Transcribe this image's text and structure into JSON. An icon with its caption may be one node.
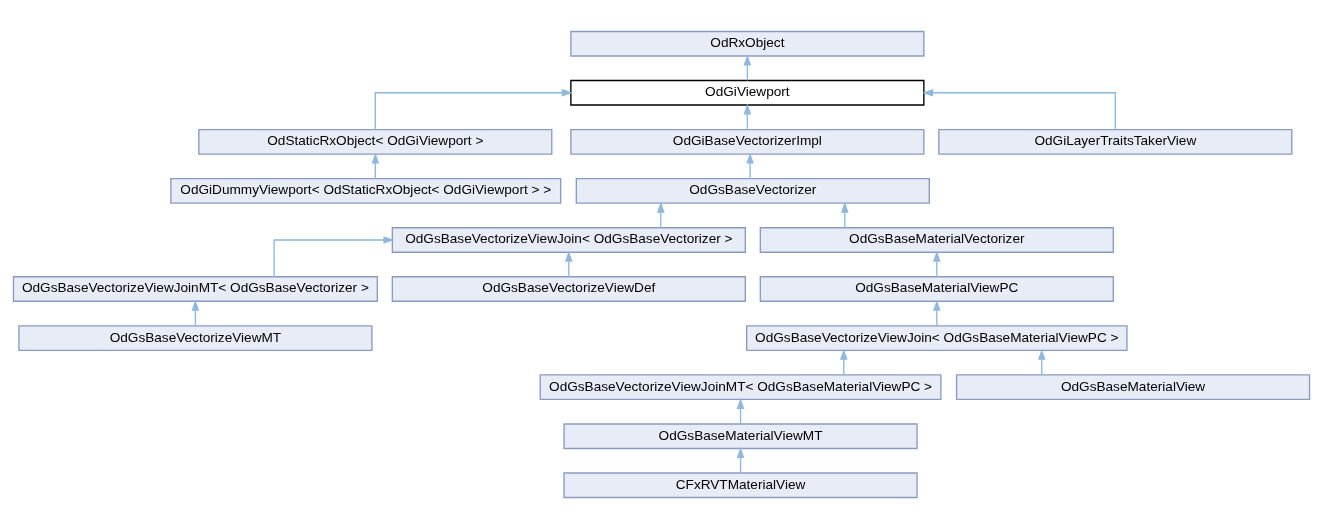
{
  "diagram": {
    "nodes": [
      {
        "text": [
          "OdRxObject"
        ]
      },
      {
        "text": [
          "OdGiViewport"
        ]
      },
      {
        "text": [
          "OdStaticRxObject< OdGiViewport >"
        ]
      },
      {
        "text": [
          "OdGiBaseVectorizerImpl"
        ]
      },
      {
        "text": [
          "OdGiLayerTraitsTakerView"
        ]
      },
      {
        "text": [
          "OdGiDummyViewport< OdStaticRxObject< OdGiViewport > >"
        ]
      },
      {
        "text": [
          "OdGsBaseVectorizer"
        ]
      },
      {
        "text": [
          "OdGsBaseVectorizeViewJoin< OdGsBaseVectorizer >"
        ]
      },
      {
        "text": [
          "OdGsBaseMaterialVectorizer"
        ]
      },
      {
        "text": [
          "OdGsBaseVectorizeViewJoinMT< OdGsBaseVectorizer >"
        ]
      },
      {
        "text": [
          "OdGsBaseVectorizeViewDef"
        ]
      },
      {
        "text": [
          "OdGsBaseMaterialViewPC"
        ]
      },
      {
        "text": [
          "OdGsBaseVectorizeViewMT"
        ]
      },
      {
        "text": [
          "OdGsBaseVectorizeViewJoin< OdGsBaseMaterialViewPC >"
        ]
      },
      {
        "text": [
          "OdGsBaseVectorizeViewJoinMT< OdGsBaseMaterialViewPC >"
        ]
      },
      {
        "text": [
          "OdGsBaseMaterialView"
        ]
      },
      {
        "text": [
          "OdGsBaseMaterialViewMT"
        ]
      },
      {
        "text": [
          "CFxRVTMaterialView"
        ]
      }
    ],
    "edges": [
      {
        "from": 1,
        "to": 0,
        "arrow": "to"
      },
      {
        "from": 2,
        "to": 1,
        "arrow": "to"
      },
      {
        "from": 3,
        "to": 1,
        "arrow": "to"
      },
      {
        "from": 4,
        "to": 1,
        "arrow": "to"
      },
      {
        "from": 5,
        "to": 2,
        "arrow": "to"
      },
      {
        "from": 6,
        "to": 3,
        "arrow": "to"
      },
      {
        "from": 7,
        "to": 6,
        "arrow": "to"
      },
      {
        "from": 8,
        "to": 6,
        "arrow": "to"
      },
      {
        "from": 9,
        "to": 7,
        "arrow": "to"
      },
      {
        "from": 10,
        "to": 7,
        "arrow": "to"
      },
      {
        "from": 11,
        "to": 8,
        "arrow": "to"
      },
      {
        "from": 12,
        "to": 9,
        "arrow": "to"
      },
      {
        "from": 13,
        "to": 11,
        "arrow": "to"
      },
      {
        "from": 14,
        "to": 13,
        "arrow": "to"
      },
      {
        "from": 15,
        "to": 13,
        "arrow": "to"
      },
      {
        "from": 16,
        "to": 14,
        "arrow": "to"
      },
      {
        "from": 17,
        "to": 16,
        "arrow": "to"
      }
    ]
  }
}
